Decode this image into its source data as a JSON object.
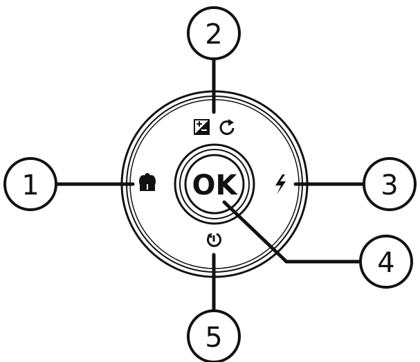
{
  "center_button": {
    "label": "OK"
  },
  "callouts": [
    {
      "number": "1",
      "target": "macro-icon"
    },
    {
      "number": "2",
      "target": "exposure-compensation-icon"
    },
    {
      "number": "3",
      "target": "flash-icon"
    },
    {
      "number": "4",
      "target": "ok-button"
    },
    {
      "number": "5",
      "target": "self-timer-icon"
    }
  ],
  "colors": {
    "stroke": "#111111",
    "background": "#ffffff"
  }
}
